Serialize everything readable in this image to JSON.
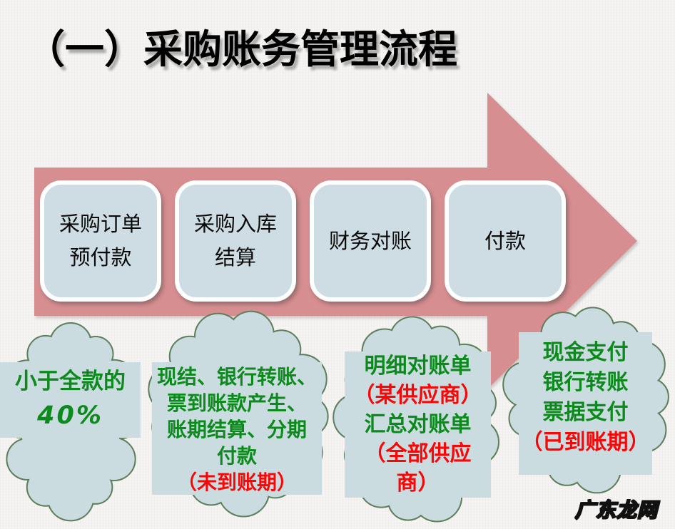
{
  "slide": {
    "title": "（一）采购账务管理流程"
  },
  "colors": {
    "arrow": "#d78e90",
    "box_fill": "#cedde3",
    "cloud_fill": "#cbdce1",
    "cloud_outline": "#5e7f5c",
    "text_green": "#0c8a1c",
    "text_red": "#f90606",
    "title_black": "#000000"
  },
  "process_steps": {
    "step1": {
      "line1": "采购订单",
      "line2": "预付款"
    },
    "step2": {
      "line1": "采购入库",
      "line2": "结算"
    },
    "step3": {
      "line1": "财务对账"
    },
    "step4": {
      "line1": "付款"
    }
  },
  "callouts": {
    "callout1": {
      "line1": "小于全款的",
      "line2": "40%"
    },
    "callout2": {
      "line1": "现结、银行转账、",
      "line2": "票到账款产生、",
      "line3": "账期结算、分期",
      "line4": "付款",
      "line5": "（未到账期）"
    },
    "callout3": {
      "line1": "明细对账单",
      "line2": "（某供应商）",
      "line3": "汇总对账单",
      "line4": "（全部供应",
      "line5": "商）"
    },
    "callout4": {
      "line1": "现金支付",
      "line2": "银行转账",
      "line3": "票据支付",
      "line4": "（已到账期）"
    }
  },
  "watermark": "广东龙网"
}
